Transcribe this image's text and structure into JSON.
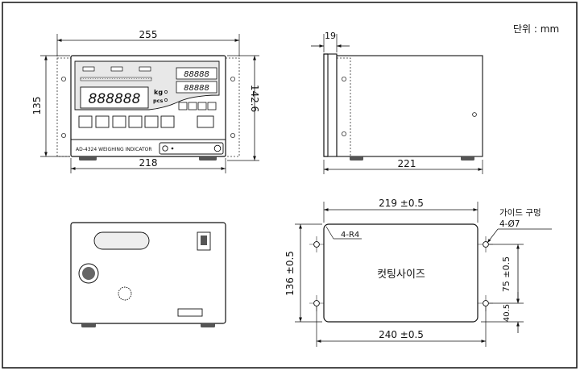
{
  "unit_label": "단위 : mm",
  "front_view": {
    "width_overall": "255",
    "width_body": "218",
    "height_body": "135",
    "height_overall": "142.6",
    "model_label": "AD-4324 WEIGHING INDICATOR",
    "main_display": "888888",
    "sub_display_1": "88888",
    "sub_display_2": "88888",
    "unit_kg": "kg",
    "unit_pcs": "pcs"
  },
  "side_view": {
    "front_depth": "19",
    "depth_overall": "221"
  },
  "panel_cutout": {
    "cutout_width": "219 ±0.5",
    "hole_span_width": "240 ±0.5",
    "cutout_height": "136 ±0.5",
    "hole_pitch_upper": "75 ±0.5",
    "hole_pitch_lower": "40.5",
    "corner_radius": "4-R4",
    "guide_hole_title": "가이드 구멍",
    "guide_hole_spec": "4-Ø7",
    "cutout_label": "컷팅사이즈"
  }
}
